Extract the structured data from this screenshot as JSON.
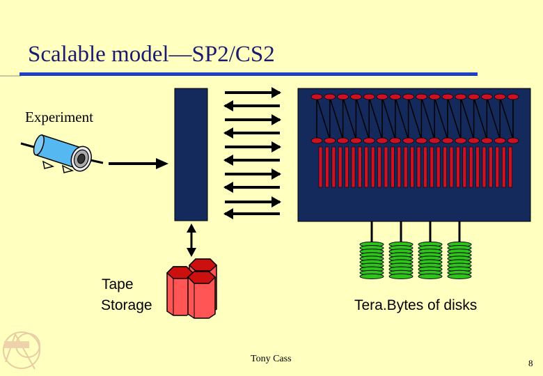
{
  "slide": {
    "title": "Scalable model—SP2/CS2",
    "author": "Tony Cass",
    "page_number": "8"
  },
  "labels": {
    "experiment": "Experiment",
    "tape_line1": "Tape",
    "tape_line2": "Storage",
    "disks": "Tera.Bytes of disks"
  },
  "colors": {
    "background": "#ffffc0",
    "title_rule": "#1c3fc4",
    "navy": "#142a5c",
    "node_red": "#cc1122",
    "disk_green": "#2ec41c",
    "tape_red": "#ff5555"
  },
  "icons": [
    "detector-icon",
    "switch-column-icon",
    "cluster-icon",
    "tape-storage-icon",
    "disk-stack-icon",
    "cern-logo-icon"
  ]
}
